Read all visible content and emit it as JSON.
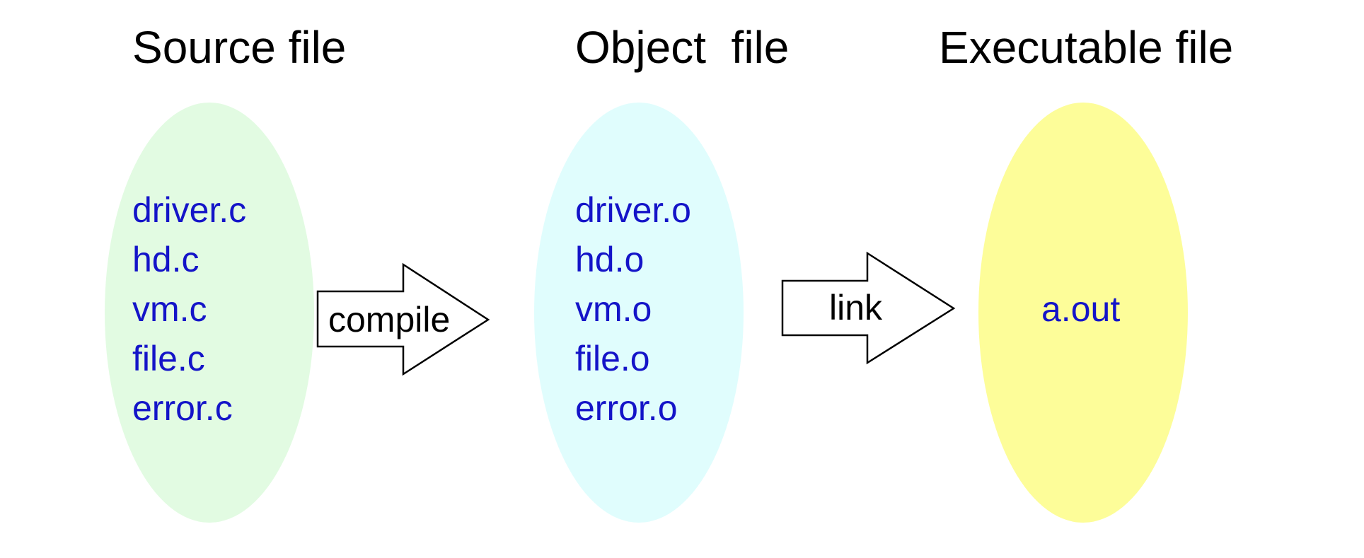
{
  "columns": {
    "source": {
      "title": "Source file",
      "color": "#e2fbe2",
      "files": [
        "driver.c",
        "hd.c",
        "vm.c",
        "file.c",
        "error.c"
      ]
    },
    "object": {
      "title": "Object  file",
      "color": "#e0fdfd",
      "files": [
        "driver.o",
        "hd.o",
        "vm.o",
        "file.o",
        "error.o"
      ]
    },
    "executable": {
      "title": "Executable file",
      "color": "#fdfd99",
      "files": [
        "a.out"
      ]
    }
  },
  "arrows": {
    "compile": {
      "label": "compile"
    },
    "link": {
      "label": "link"
    }
  },
  "colors": {
    "file_text": "#1414c8",
    "title_text": "#000000"
  }
}
